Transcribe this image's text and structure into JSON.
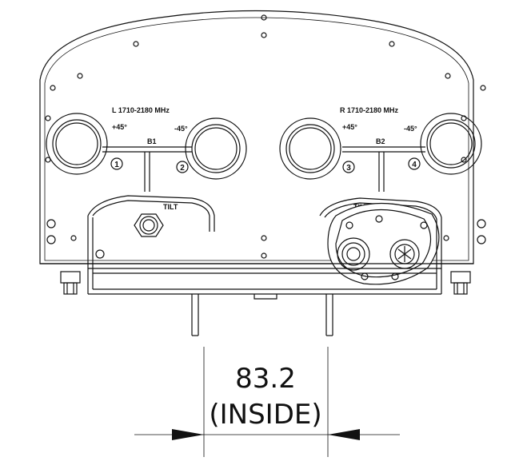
{
  "labels": {
    "left_band": "L 1710-2180 MHz",
    "right_band": "R 1710-2180 MHz",
    "left_plus": "+45°",
    "left_minus": "-45°",
    "right_plus": "+45°",
    "right_minus": "-45°",
    "left_port": "B1",
    "right_port": "B2",
    "left_tilt": "TILT",
    "right_tilt": "TILT"
  },
  "connectors": [
    "1",
    "2",
    "3",
    "4"
  ],
  "dimension": {
    "value": "83.2",
    "note": "(INSIDE)"
  }
}
